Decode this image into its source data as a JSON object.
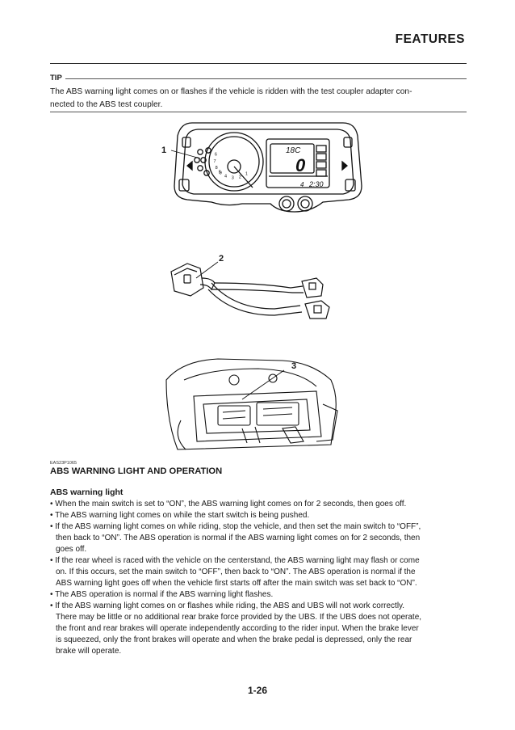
{
  "header": {
    "title": "FEATURES"
  },
  "tip": {
    "label": "TIP",
    "lines": [
      "The ABS warning light comes on or flashes if the vehicle is ridden with the test coupler adapter con-",
      "nected to the ABS test coupler."
    ]
  },
  "figure": {
    "callouts": [
      "1",
      "2",
      "3"
    ],
    "meter_temp": "18C",
    "meter_gear": "0",
    "meter_gear_pos": "4",
    "meter_clock": "2:30",
    "meter_rpm_ticks": [
      "1",
      "2",
      "3",
      "4",
      "5",
      "6",
      "7",
      "8",
      "9"
    ]
  },
  "section": {
    "code": "EAS23P1065",
    "title": "ABS WARNING LIGHT AND OPERATION",
    "subtitle": "ABS warning light",
    "lines": [
      {
        "text": "• When the main switch is set to “ON”, the ABS warning light comes on for 2 seconds, then goes off.",
        "indent": false
      },
      {
        "text": "• The ABS warning light comes on while the start switch is being pushed.",
        "indent": false
      },
      {
        "text": "• If the ABS warning light comes on while riding, stop the vehicle, and then set the main switch to “OFF”,",
        "indent": false
      },
      {
        "text": "then back to “ON”. The ABS operation is normal if the ABS warning light comes on for 2 seconds, then",
        "indent": true
      },
      {
        "text": "goes off.",
        "indent": true
      },
      {
        "text": "• If the rear wheel is raced with the vehicle on the centerstand, the ABS warning light may flash or come",
        "indent": false
      },
      {
        "text": "on. If this occurs, set the main switch to “OFF”, then back to “ON”. The ABS operation is normal if the",
        "indent": true
      },
      {
        "text": "ABS warning light goes off when the vehicle first starts off after the main switch was set back to “ON”.",
        "indent": true
      },
      {
        "text": "• The ABS operation is normal if the ABS warning light flashes.",
        "indent": false
      },
      {
        "text": "• If the ABS warning light comes on or flashes while riding, the ABS and UBS will not work correctly.",
        "indent": false
      },
      {
        "text": "There may be little or no additional rear brake force provided by the UBS. If the UBS does not operate,",
        "indent": true
      },
      {
        "text": "the front and rear brakes will operate independently according to the rider input. When the brake lever",
        "indent": true
      },
      {
        "text": "is squeezed, only the front brakes will operate and when the brake pedal is depressed, only the rear",
        "indent": true
      },
      {
        "text": "brake will operate.",
        "indent": true
      }
    ]
  },
  "footer": {
    "page_number": "1-26"
  }
}
